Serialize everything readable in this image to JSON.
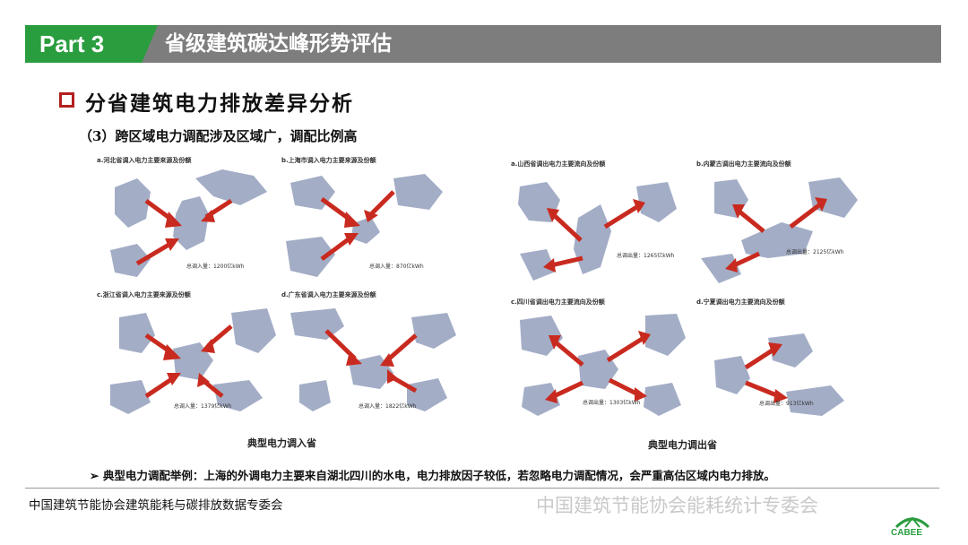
{
  "header": {
    "part": "Part 3",
    "title": "省级建筑碳达峰形势评估"
  },
  "section": {
    "title": "分省建筑电力排放差异分析",
    "subtitle": "（3）跨区域电力调配涉及区域广，调配比例高"
  },
  "import_group": {
    "label": "典型电力调入省",
    "panels": [
      {
        "caption": "a.河北省调入电力主要来源及份额",
        "total": "总调入量：1200亿kWh"
      },
      {
        "caption": "b.上海市调入电力主要来源及份额",
        "total": "总调入量：870亿kWh"
      },
      {
        "caption": "c.浙江省调入电力主要来源及份额",
        "total": "总调入量：1379亿kWh"
      },
      {
        "caption": "d.广东省调入电力主要来源及份额",
        "total": "总调入量：1822亿kWh"
      }
    ]
  },
  "export_group": {
    "label": "典型电力调出省",
    "panels": [
      {
        "caption": "a.山西省调出电力主要流向及份额",
        "total": "总调出量：1265亿kWh"
      },
      {
        "caption": "b.内蒙古调出电力主要流向及份额",
        "total": "总调出量：2125亿kWh"
      },
      {
        "caption": "c.四川省调出电力主要流向及份额",
        "total": "总调出量：1303亿kWh"
      },
      {
        "caption": "d.宁夏调出电力主要流向及份额",
        "total": "总调出量：913亿kWh"
      }
    ]
  },
  "note": "➢ 典型电力调配举例：上海的外调电力主要来自湖北四川的水电，电力排放因子较低，若忽略电力调配情况，会严重高估区域内电力排放。",
  "footer": {
    "org": "中国建筑节能协会建筑能耗与碳排放数据专委会",
    "wechat": "中国建筑节能协会能耗统计专委会",
    "logo": "CABEE"
  },
  "colors": {
    "green": "#2a9d3f",
    "header_gray": "#7d7d7d",
    "arrow_red": "#c92a1f",
    "map_fill": "#a3adc6"
  }
}
